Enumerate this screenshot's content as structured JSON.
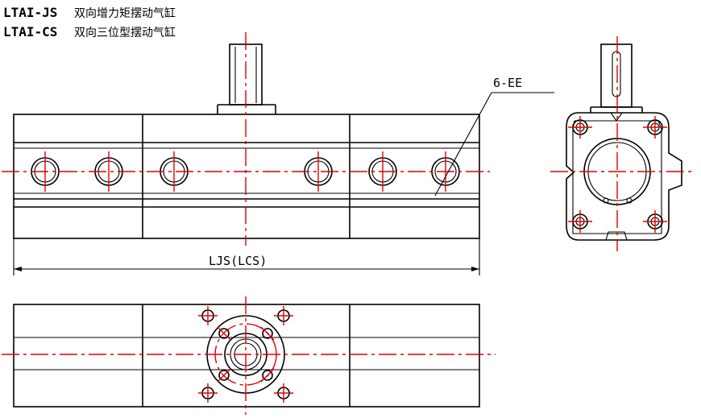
{
  "titles": [
    {
      "code": "LTAI-JS",
      "desc": "双向增力矩摆动气缸"
    },
    {
      "code": "LTAI-CS",
      "desc": "双向三位型摆动气缸"
    }
  ],
  "labels": {
    "ports": "6-EE",
    "length": "LJS(LCS)"
  },
  "colors": {
    "outline": "#000000",
    "centerline": "#e00000"
  }
}
